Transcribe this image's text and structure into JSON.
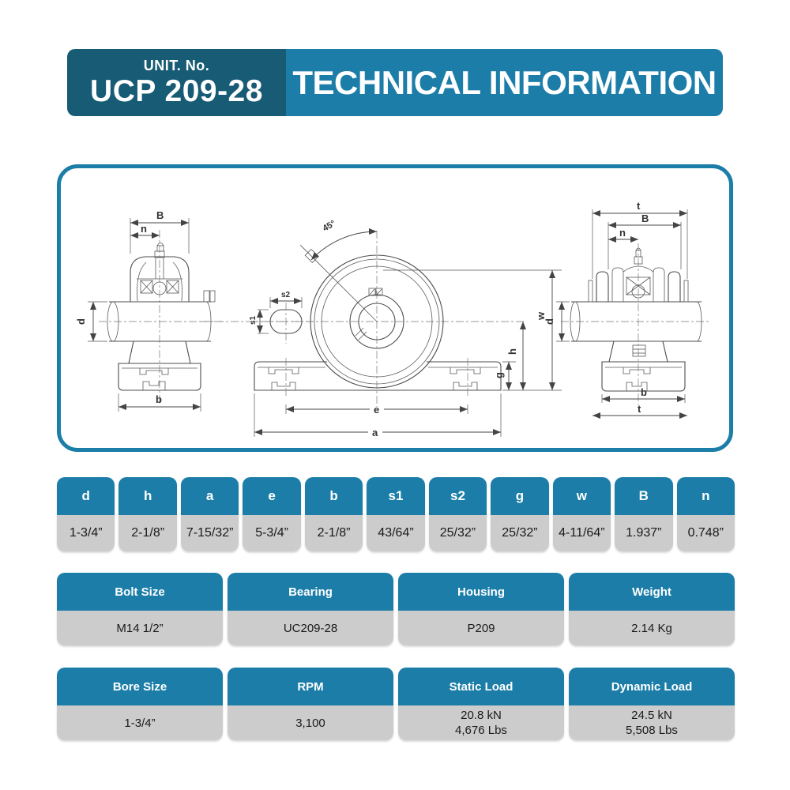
{
  "header": {
    "unit_label": "UNIT. No.",
    "unit_number": "UCP 209-28",
    "title": "TECHNICAL INFORMATION",
    "colors": {
      "unit_box": "#175b75",
      "title_box": "#1c7ea8",
      "text": "#ffffff"
    }
  },
  "diagram": {
    "border_color": "#1c7ea8",
    "line_color": "#4d4d4d",
    "labels": {
      "left_view": {
        "B": "B",
        "n": "n",
        "d": "d",
        "b": "b"
      },
      "front_view": {
        "angle": "45°",
        "s2": "s2",
        "s1": "s1",
        "w": "w",
        "h": "h",
        "g": "g",
        "e": "e",
        "a": "a"
      },
      "side_view": {
        "t_top": "t",
        "B": "B",
        "n": "n",
        "d": "d",
        "b": "b",
        "t_bottom": "t"
      }
    }
  },
  "dimension_table": {
    "header_color": "#1c7ea8",
    "value_bg": "#cccccc",
    "columns": [
      {
        "label": "d",
        "value": "1-3/4”"
      },
      {
        "label": "h",
        "value": "2-1/8”"
      },
      {
        "label": "a",
        "value": "7-15/32”"
      },
      {
        "label": "e",
        "value": "5-3/4”"
      },
      {
        "label": "b",
        "value": "2-1/8”"
      },
      {
        "label": "s1",
        "value": "43/64”"
      },
      {
        "label": "s2",
        "value": "25/32”"
      },
      {
        "label": "g",
        "value": "25/32”"
      },
      {
        "label": "w",
        "value": "4-11/64”"
      },
      {
        "label": "B",
        "value": "1.937”"
      },
      {
        "label": "n",
        "value": "0.748”"
      }
    ]
  },
  "spec_table": {
    "columns": [
      {
        "label": "Bolt Size",
        "value": "M14 1/2”"
      },
      {
        "label": "Bearing",
        "value": "UC209-28"
      },
      {
        "label": "Housing",
        "value": "P209"
      },
      {
        "label": "Weight",
        "value": "2.14 Kg"
      }
    ]
  },
  "performance_table": {
    "columns": [
      {
        "label": "Bore Size",
        "line1": "1-3/4”"
      },
      {
        "label": "RPM",
        "line1": "3,100"
      },
      {
        "label": "Static Load",
        "line1": "20.8 kN",
        "line2": "4,676 Lbs"
      },
      {
        "label": "Dynamic Load",
        "line1": "24.5 kN",
        "line2": "5,508 Lbs"
      }
    ]
  }
}
